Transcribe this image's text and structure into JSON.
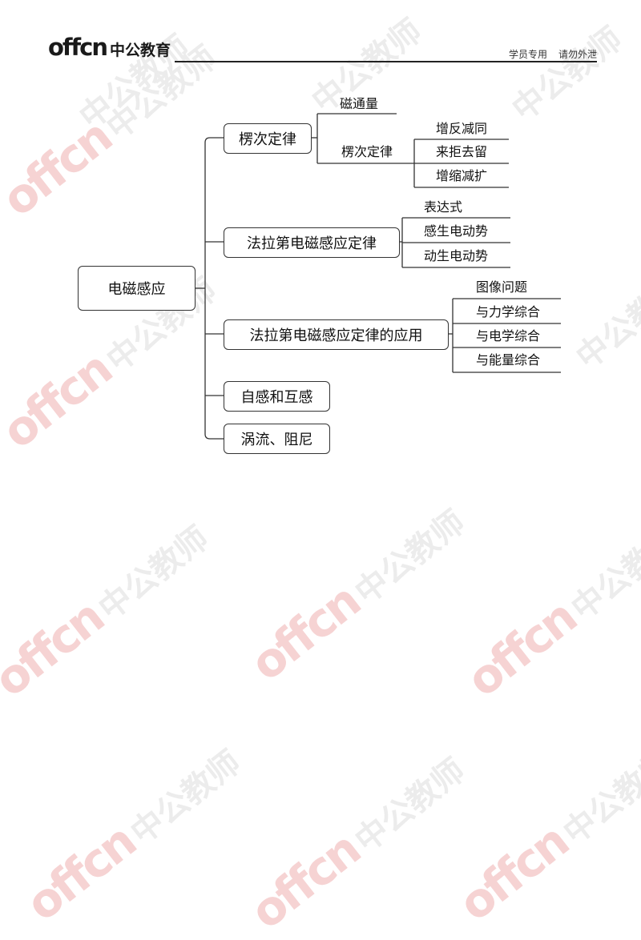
{
  "header": {
    "logo_en": "offcn",
    "logo_cn": "中公教育",
    "tag_students": "学员专用",
    "tag_confidential": "请勿外泄"
  },
  "watermark": {
    "logo": "offcn",
    "text": "中公教师"
  },
  "colors": {
    "watermark_logo": "#f6d3d3",
    "watermark_text": "#ececec",
    "line": "#333333"
  },
  "mindmap": {
    "root": "电磁感应",
    "branches": [
      {
        "label": "楞次定律",
        "children": [
          {
            "label": "磁通量"
          },
          {
            "label": "楞次定律",
            "children": [
              "增反减同",
              "来拒去留",
              "增缩减扩"
            ]
          }
        ]
      },
      {
        "label": "法拉第电磁感应定律",
        "children": [
          {
            "label": "表达式"
          },
          {
            "label": "感生电动势"
          },
          {
            "label": "动生电动势"
          }
        ]
      },
      {
        "label": "法拉第电磁感应定律的应用",
        "children": [
          {
            "label": "图像问题"
          },
          {
            "label": "与力学综合"
          },
          {
            "label": "与电学综合"
          },
          {
            "label": "与能量综合"
          }
        ]
      },
      {
        "label": "自感和互感"
      },
      {
        "label": "涡流、阻尼"
      }
    ]
  }
}
